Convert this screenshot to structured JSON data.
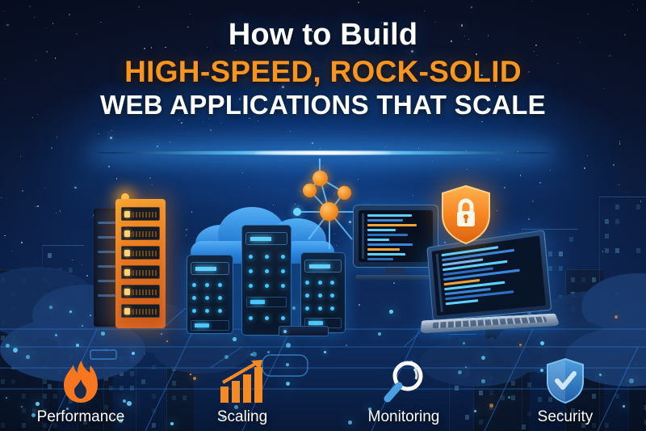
{
  "poster": {
    "title": {
      "line1": "How to Build",
      "line2": "HIGH-SPEED, ROCK-SOLID",
      "line3": "WEB APPLICATIONS THAT SCALE",
      "line1_color": "#ffffff",
      "line2_color": "#f79520",
      "line3_color": "#ffffff"
    },
    "background": {
      "top_color": "#0b1229",
      "mid_color": "#0d2450",
      "bottom_color": "#0a1e44",
      "glow_color": "#11397a",
      "theme": "night city skyline with data center and circuit board"
    },
    "illustration": {
      "items": [
        {
          "name": "orange-server-rack",
          "color": "#e8751d"
        },
        {
          "name": "cloud",
          "color": "#2a7fd4"
        },
        {
          "name": "blue-server-racks",
          "color": "#14273f",
          "count": 3
        },
        {
          "name": "network-topology-nodes",
          "color": "#f28a1e"
        },
        {
          "name": "desktop-monitor-code-editor",
          "color": "#1d3a62"
        },
        {
          "name": "laptop-code-editor",
          "color": "#2a4f80"
        },
        {
          "name": "orange-security-shield-padlock",
          "color": "#f58220"
        },
        {
          "name": "circuit-board-traces",
          "color": "#5fd3ff"
        },
        {
          "name": "horizon-light-beam",
          "color": "#8fd9ff"
        }
      ]
    },
    "features": [
      {
        "id": "performance",
        "label": "Performance",
        "icon": "flame-icon",
        "color": "#f7761f"
      },
      {
        "id": "scaling",
        "label": "Scaling",
        "icon": "bar-chart-up-icon",
        "color": "#f58a22"
      },
      {
        "id": "monitoring",
        "label": "Monitoring",
        "icon": "magnifier-icon",
        "color": "#ffffff"
      },
      {
        "id": "security",
        "label": "Security",
        "icon": "shield-check-icon",
        "color": "#3d86d0"
      }
    ]
  }
}
